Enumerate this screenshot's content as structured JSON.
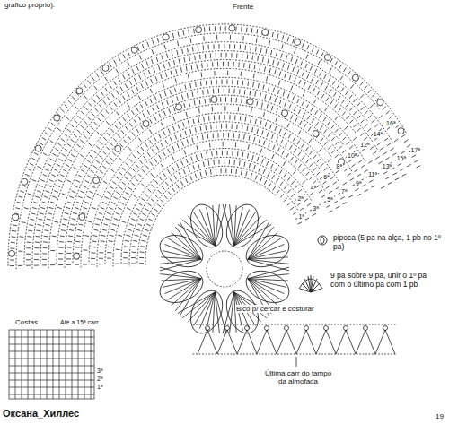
{
  "diagram": {
    "labels": [
      "gráfico próprio).",
      "Frente",
      "1ª",
      "2ª",
      "3ª",
      "4ª",
      "5ª",
      "6ª",
      "7ª",
      "8ª",
      "9ª",
      "10ª",
      "11ª",
      "12ª",
      "13ª",
      "14ª",
      "15ª",
      "16ª",
      "17ª",
      "Costas",
      "Até a 15ª carr",
      "3ª",
      "2ª",
      "1ª",
      "Bico p/ cercar e costurar",
      "Última carr do tampo da almofada",
      "Оксана_Хиллес",
      "19"
    ],
    "legend": [
      {
        "text": "pipoca (5 pa na alça, 1 pb no 1º pa)"
      },
      {
        "text": "9 pa sobre 9 pa, unir o 1º pa com o último pa com 1 pb"
      }
    ]
  }
}
